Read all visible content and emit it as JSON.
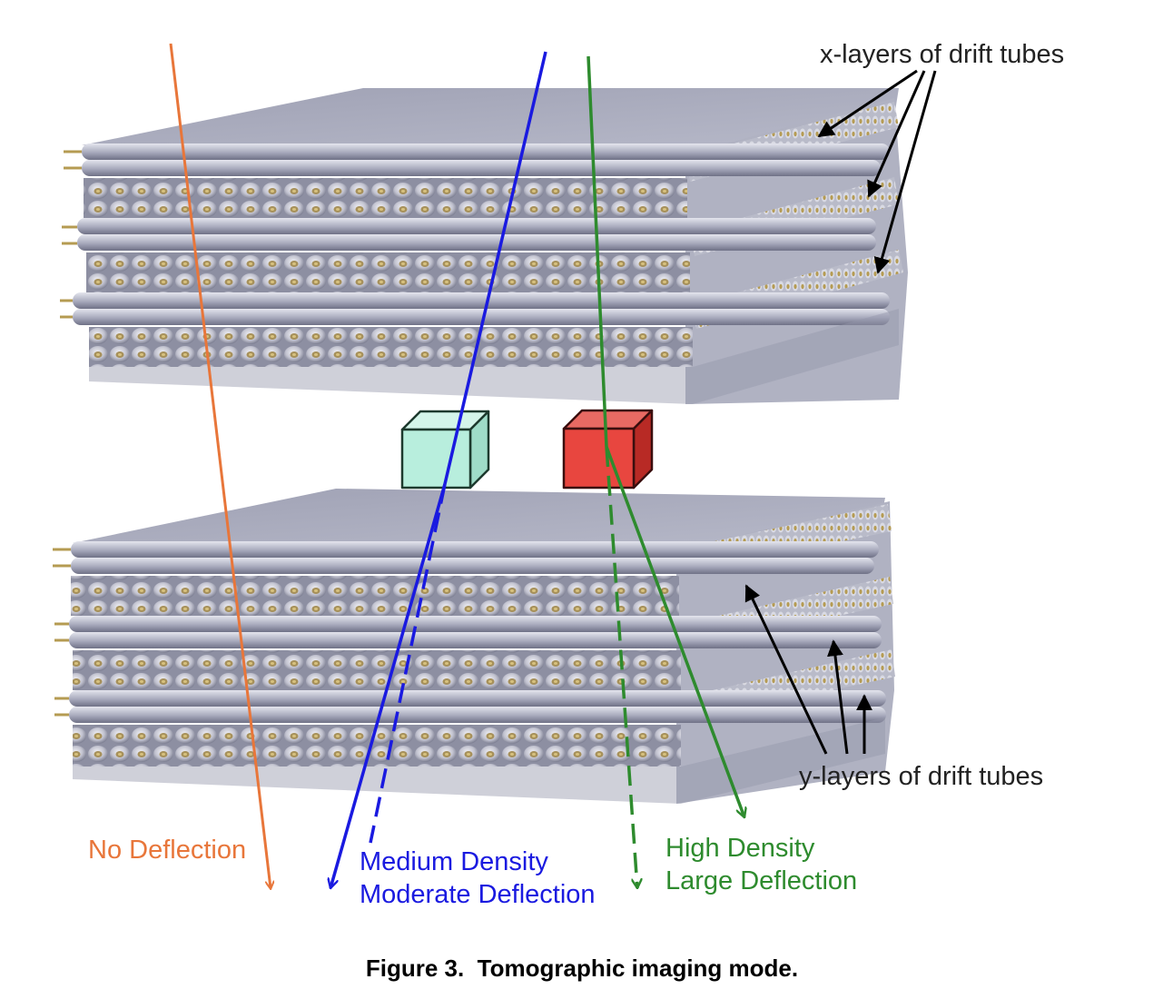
{
  "labels": {
    "x_layers": "x-layers of drift tubes",
    "y_layers": "y-layers of drift tubes",
    "no_deflection": "No Deflection",
    "medium_line1": "Medium Density",
    "medium_line2": "Moderate Deflection",
    "high_line1": "High Density",
    "high_line2": "Large Deflection"
  },
  "caption": "Figure 3.  Tomographic imaging mode.",
  "colors": {
    "no_deflection": "#e8763a",
    "medium": "#1a1ae0",
    "high": "#2e8b2e",
    "low_density_cube": "#b8eedd",
    "high_density_cube": "#e8463f",
    "tube": "#a9abbd"
  }
}
